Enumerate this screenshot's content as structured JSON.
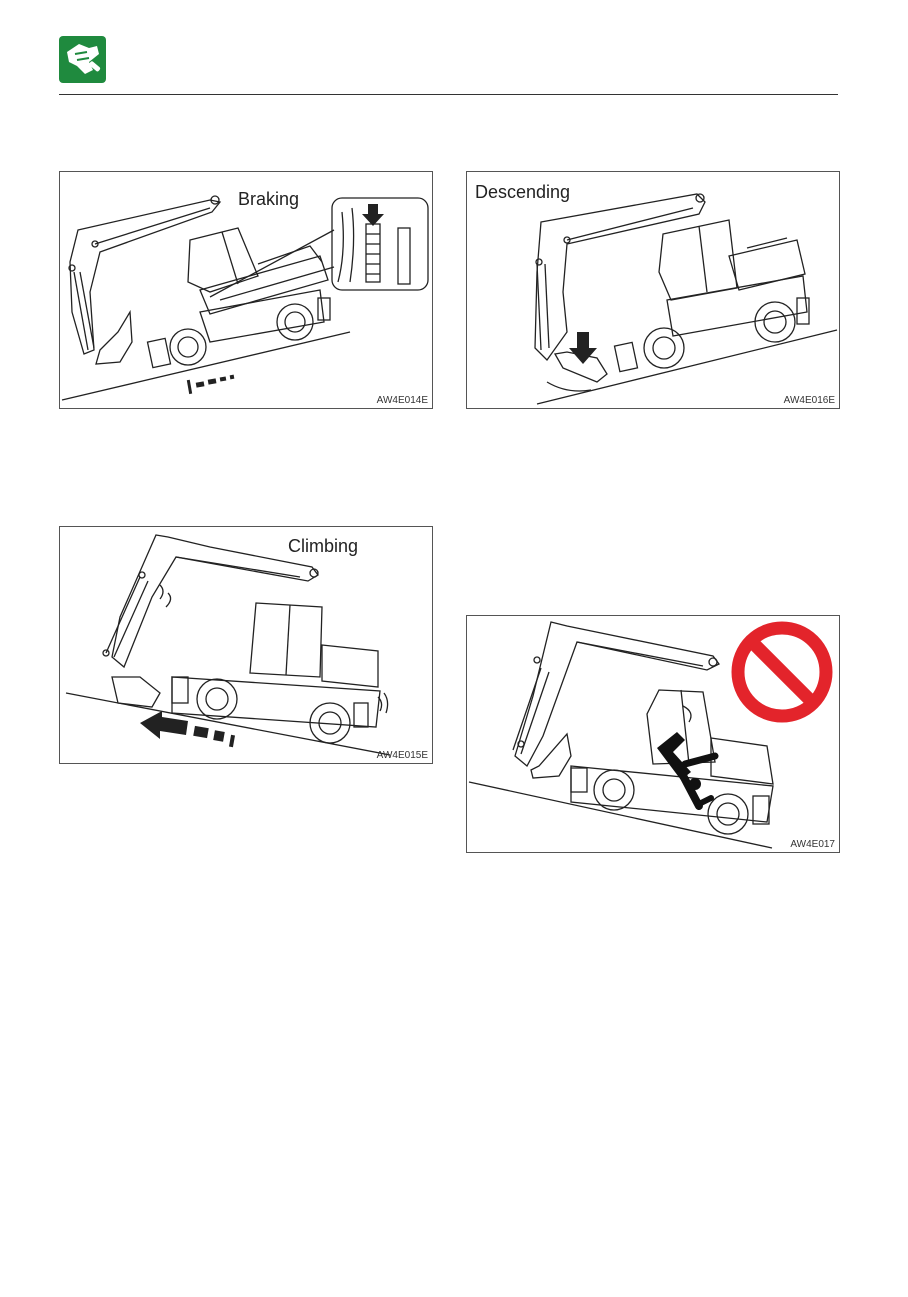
{
  "header": {
    "logo_icon": "hand-with-tool-icon",
    "accent": "#1f8a3e"
  },
  "figures": {
    "braking": {
      "title": "Braking",
      "code": "AW4E014E"
    },
    "descending": {
      "title": "Descending",
      "code": "AW4E016E"
    },
    "climbing": {
      "title": "Climbing",
      "code": "AW4E015E"
    },
    "prohibited": {
      "code": "AW4E017",
      "prohibition_color": "#e3242b"
    }
  }
}
